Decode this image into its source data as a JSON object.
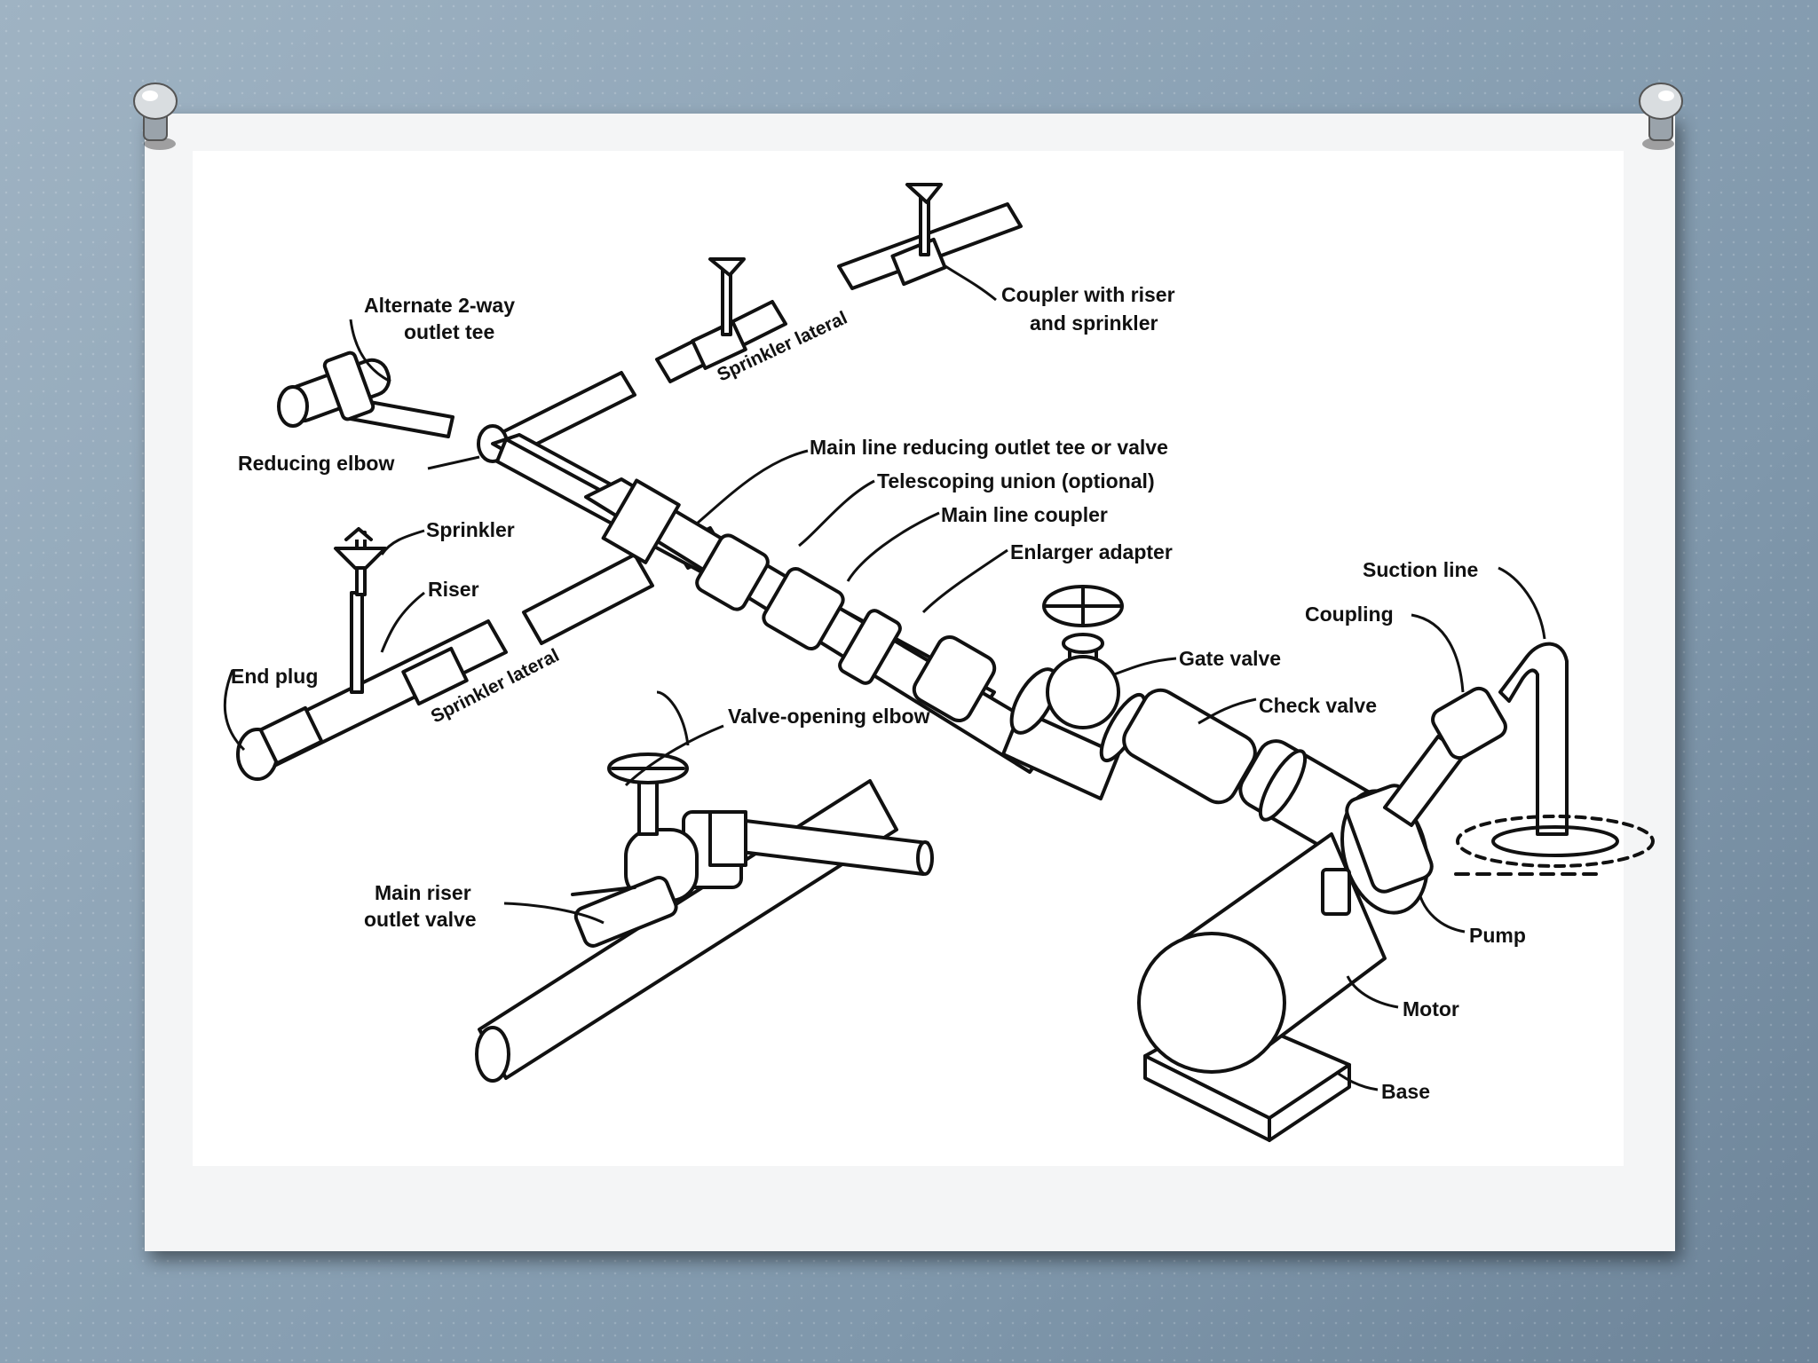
{
  "colors": {
    "background": "#8aa1b4",
    "paper": "#f4f5f6",
    "ink": "#111111"
  },
  "pins": {
    "left": "pushpin-icon",
    "right": "pushpin-icon"
  },
  "labels": {
    "alternate_tee": [
      "Alternate 2-way",
      "outlet tee"
    ],
    "reducing_elbow": "Reducing elbow",
    "sprinkler": "Sprinkler",
    "riser": "Riser",
    "end_plug": "End plug",
    "sprinkler_lateral_upper": "Sprinkler lateral",
    "sprinkler_lateral_lower": "Sprinkler lateral",
    "coupler_riser": [
      "Coupler with riser",
      "and sprinkler"
    ],
    "main_line_tee": "Main line reducing outlet tee or valve",
    "telescoping_union": "Telescoping union (optional)",
    "main_line_coupler": "Main line coupler",
    "enlarger_adapter": "Enlarger adapter",
    "suction_line": "Suction line",
    "coupling": "Coupling",
    "gate_valve": "Gate valve",
    "check_valve": "Check valve",
    "valve_opening_elbow": "Valve-opening elbow",
    "main_riser_outlet_valve": [
      "Main riser",
      "outlet valve"
    ],
    "pump": "Pump",
    "motor": "Motor",
    "base": "Base"
  }
}
